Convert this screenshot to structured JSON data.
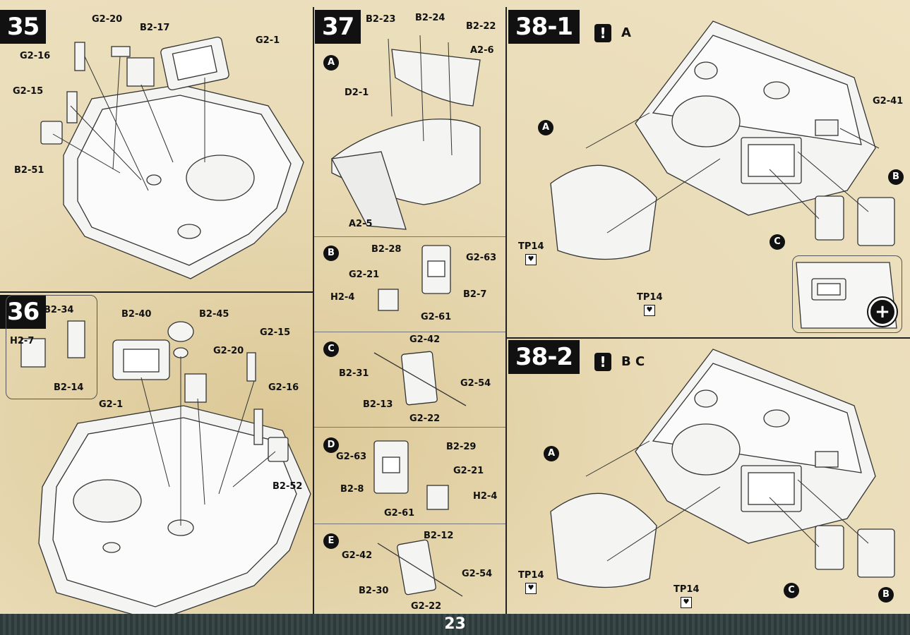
{
  "page_number": "23",
  "steps": {
    "s35": {
      "number": "35",
      "labels": [
        "G2-20",
        "B2-17",
        "G2-1",
        "G2-16",
        "G2-15",
        "B2-51"
      ]
    },
    "s36": {
      "number": "36",
      "labels": [
        "B2-34",
        "H2-7",
        "B2-14",
        "B2-40",
        "B2-45",
        "G2-15",
        "G2-20",
        "G2-16",
        "G2-1",
        "B2-52"
      ]
    },
    "s37": {
      "number": "37",
      "subA": {
        "badge": "A",
        "labels": [
          "B2-23",
          "B2-24",
          "B2-22",
          "A2-6",
          "D2-1",
          "A2-5"
        ]
      },
      "subB": {
        "badge": "B",
        "labels": [
          "B2-28",
          "G2-63",
          "G2-21",
          "B2-7",
          "H2-4",
          "G2-61"
        ]
      },
      "subC": {
        "badge": "C",
        "labels": [
          "G2-42",
          "B2-31",
          "G2-54",
          "B2-13",
          "G2-22"
        ]
      },
      "subD": {
        "badge": "D",
        "labels": [
          "G2-63",
          "B2-29",
          "G2-21",
          "B2-8",
          "H2-4",
          "G2-61"
        ]
      },
      "subE": {
        "badge": "E",
        "labels": [
          "B2-12",
          "G2-42",
          "G2-54",
          "B2-30",
          "G2-22"
        ]
      }
    },
    "s38_1": {
      "number": "38-1",
      "alert_icon": "!",
      "alert_text": "A",
      "labels": [
        "G2-41",
        "TP14",
        "TP14"
      ],
      "badges": [
        "A",
        "B",
        "C"
      ],
      "zoom_icon": "+"
    },
    "s38_2": {
      "number": "38-2",
      "alert_icon": "!",
      "alert_text": "B C",
      "labels": [
        "TP14",
        "TP14"
      ],
      "badges": [
        "A",
        "C",
        "B"
      ]
    }
  }
}
